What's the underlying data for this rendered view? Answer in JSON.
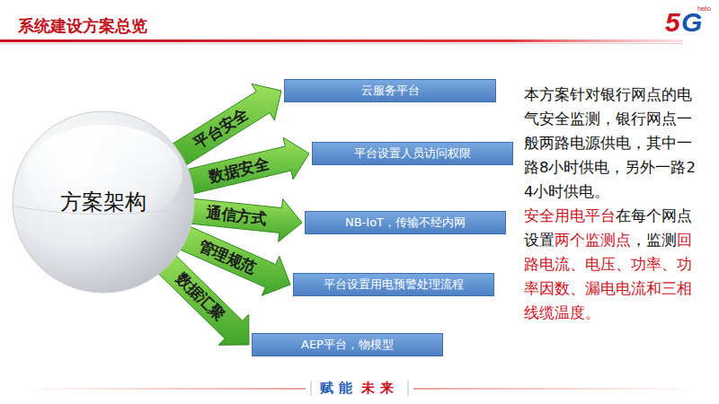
{
  "diagram": {
    "title": "系统建设方案总览",
    "nodes": [
      {
        "text": [
          "方案架构"
        ]
      },
      {
        "text": [
          "云服务平台"
        ]
      },
      {
        "text": [
          "平台设置人员访问权限"
        ]
      },
      {
        "text": [
          "NB-IoT，传输不经内网"
        ]
      },
      {
        "text": [
          "平台设置用电预警处理流程"
        ]
      },
      {
        "text": [
          "AEP平台，物模型"
        ]
      }
    ],
    "edges": [
      {
        "from": 0,
        "to": 1,
        "label": "平台安全",
        "arrow": "to"
      },
      {
        "from": 0,
        "to": 2,
        "label": "数据安全",
        "arrow": "to"
      },
      {
        "from": 0,
        "to": 3,
        "label": "通信方式",
        "arrow": "to"
      },
      {
        "from": 0,
        "to": 4,
        "label": "管理规范",
        "arrow": "to"
      },
      {
        "from": 0,
        "to": 5,
        "label": "数据汇聚",
        "arrow": "to"
      }
    ],
    "labels": [
      "5",
      "G",
      "hello",
      "本方案针对银行网点的电气安全监测，银行网点一般两路电源供电，其中一路8小时供电，另外一路24小时供电。",
      "安全用电平台",
      "在每个网点设置",
      "两个监测点",
      "，监测",
      "回路电流、电压、功率、功率因数、漏电电流和三相线缆温度。",
      "赋能",
      "未来"
    ]
  }
}
